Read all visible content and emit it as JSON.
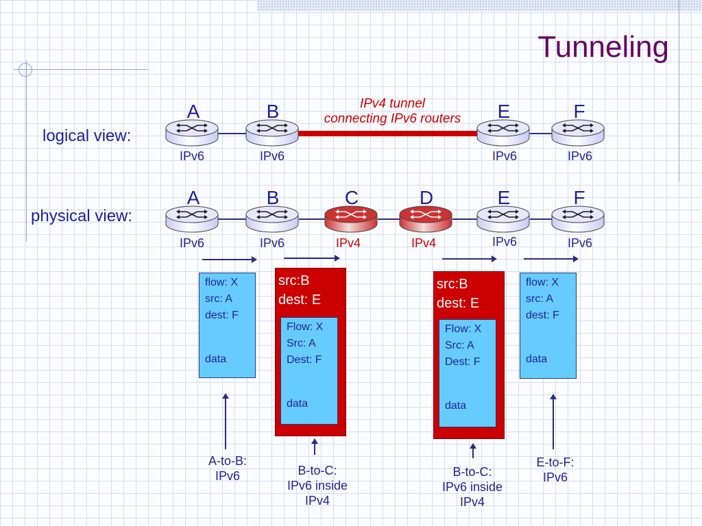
{
  "title": "Tunneling",
  "views": {
    "logical": "logical view:",
    "physical": "physical view:"
  },
  "tunnel_label": {
    "line1": "IPv4 tunnel",
    "line2": "connecting IPv6 routers"
  },
  "logical_nodes": [
    {
      "letter": "A",
      "ip": "IPv6"
    },
    {
      "letter": "B",
      "ip": "IPv6"
    },
    {
      "letter": "E",
      "ip": "IPv6"
    },
    {
      "letter": "F",
      "ip": "IPv6"
    }
  ],
  "physical_nodes": [
    {
      "letter": "A",
      "ip": "IPv6"
    },
    {
      "letter": "B",
      "ip": "IPv6"
    },
    {
      "letter": "C",
      "ip": "IPv4"
    },
    {
      "letter": "D",
      "ip": "IPv4"
    },
    {
      "letter": "E",
      "ip": "IPv6"
    },
    {
      "letter": "F",
      "ip": "IPv6"
    }
  ],
  "packets": {
    "ab": {
      "flow": "flow: X",
      "src": "src: A",
      "dest": "dest: F",
      "data": "data"
    },
    "bc": {
      "outer_src": "src:B",
      "outer_dest": "dest: E",
      "inner": {
        "flow": "Flow: X",
        "src": "Src: A",
        "dest": "Dest: F",
        "data": "data"
      }
    },
    "de": {
      "outer_src": "src:B",
      "outer_dest": "dest: E",
      "inner": {
        "flow": "Flow: X",
        "src": "Src: A",
        "dest": "Dest: F",
        "data": "data"
      }
    },
    "ef": {
      "flow": "flow: X",
      "src": "src: A",
      "dest": "dest: F",
      "data": "data"
    }
  },
  "captions": {
    "ab": {
      "line1": "A-to-B:",
      "line2": "IPv6"
    },
    "bc": {
      "line1": "B-to-C:",
      "line2": "IPv6 inside",
      "line3": "IPv4"
    },
    "de": {
      "line1": "B-to-C:",
      "line2": "IPv6 inside",
      "line3": "IPv4"
    },
    "ef": {
      "line1": "E-to-F:",
      "line2": "IPv6"
    }
  },
  "colors": {
    "ipv6_router": "#c8ccf2",
    "ipv4_router": "#cc3333",
    "tunnel": "#cc0000",
    "packet_inner": "#66ccff",
    "packet_outer": "#cc0000",
    "text": "#1f1f99",
    "title": "#660066"
  }
}
